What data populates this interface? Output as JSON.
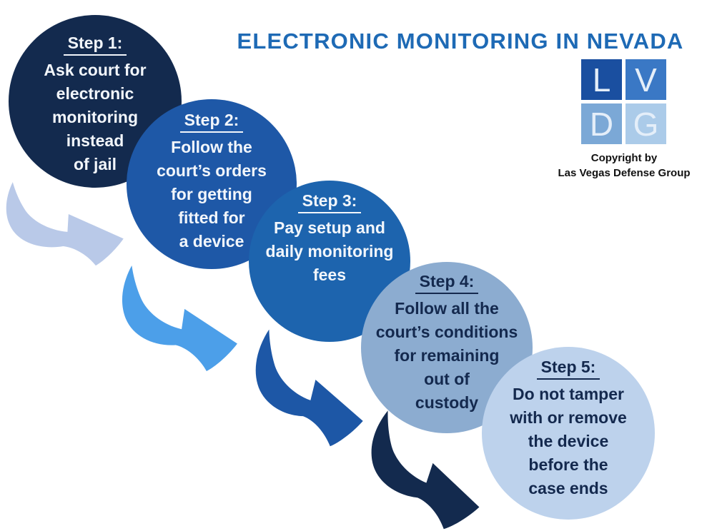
{
  "title": "ELECTRONIC MONITORING IN NEVADA",
  "logo": {
    "squares": [
      {
        "letter": "L",
        "bg": "#1A4FA0"
      },
      {
        "letter": "V",
        "bg": "#3A78C5"
      },
      {
        "letter": "D",
        "bg": "#7BA8D6"
      },
      {
        "letter": "G",
        "bg": "#ABCBE9"
      }
    ],
    "copyright": [
      "Copyright by",
      "Las Vegas Defense Group"
    ]
  },
  "steps": [
    {
      "label": "Step 1:",
      "lines": [
        "Ask court for",
        "electronic",
        "monitoring",
        "instead",
        "of jail"
      ],
      "bg": "#132A4E",
      "fg": "#F2F6FB"
    },
    {
      "label": "Step 2:",
      "lines": [
        "Follow the",
        "court’s orders",
        "for getting",
        "fitted for",
        "a device"
      ],
      "bg": "#1E58A7",
      "fg": "#F2F6FB"
    },
    {
      "label": "Step 3:",
      "lines": [
        "Pay setup and",
        "daily monitoring",
        "fees"
      ],
      "bg": "#1D64AE",
      "fg": "#F2F6FB"
    },
    {
      "label": "Step 4:",
      "lines": [
        "Follow all the",
        "court’s conditions",
        "for remaining",
        "out of",
        "custody"
      ],
      "bg": "#8CACD0",
      "fg": "#14294E"
    },
    {
      "label": "Step 5:",
      "lines": [
        "Do not tamper",
        "with or remove",
        "the device",
        "before the",
        "case ends"
      ],
      "bg": "#BDD2EC",
      "fg": "#14294E"
    }
  ],
  "arrows": [
    {
      "name": "arrow-step1-to-step2",
      "color": "#B9C9E8"
    },
    {
      "name": "arrow-step2-to-step3",
      "color": "#4C9FE9"
    },
    {
      "name": "arrow-step3-to-step4",
      "color": "#1D57A6"
    },
    {
      "name": "arrow-step4-to-step5",
      "color": "#132A4E"
    }
  ]
}
